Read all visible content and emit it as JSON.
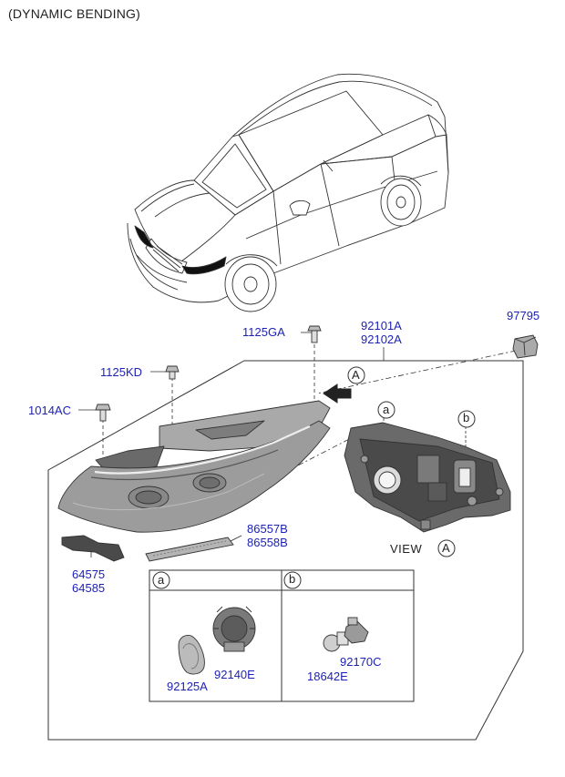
{
  "title": "(DYNAMIC BENDING)",
  "parts": {
    "p_1125GA": "1125GA",
    "p_92101A": "92101A",
    "p_92102A": "92102A",
    "p_97795": "97795",
    "p_1125KD": "1125KD",
    "p_1014AC": "1014AC",
    "p_86557B": "86557B",
    "p_86558B": "86558B",
    "p_64575": "64575",
    "p_64585": "64585",
    "p_92125A": "92125A",
    "p_92140E": "92140E",
    "p_18642E": "18642E",
    "p_92170C": "92170C"
  },
  "callouts": {
    "a": "a",
    "b": "b",
    "A": "A"
  },
  "view_label": "VIEW",
  "colors": {
    "part_label": "#1e22b4",
    "line": "#333333",
    "shade": "#8c8c8c",
    "dark": "#4a4a4a"
  }
}
